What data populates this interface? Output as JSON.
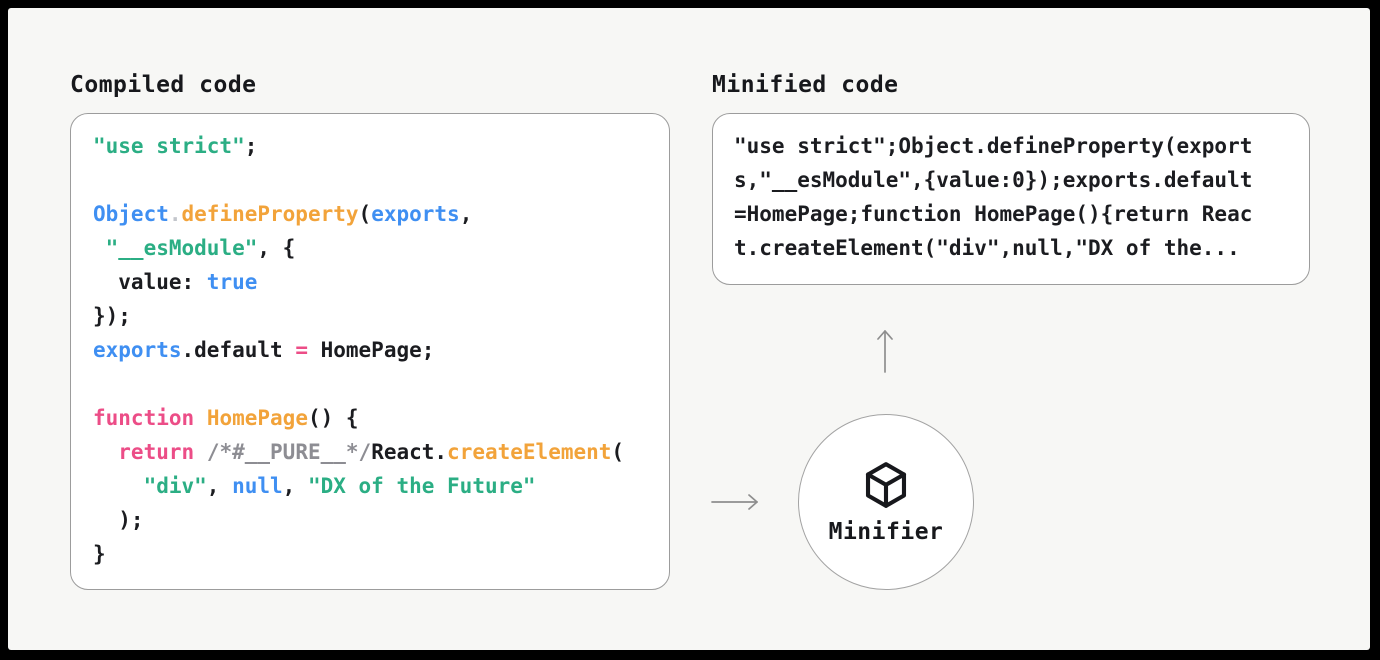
{
  "frame": {
    "border_color": "#000000",
    "background_color": "#f7f7f5"
  },
  "code_colors": {
    "green": "#2bae84",
    "blue": "#3f8ff2",
    "orange": "#f2a33a",
    "pink": "#ec4d87",
    "gray": "#8d8d93",
    "lightgray": "#c3c6cc",
    "black": "#1b1c20"
  },
  "compiled": {
    "title": "Compiled code",
    "lines": [
      [
        [
          "green",
          "\"use strict\""
        ],
        [
          "black",
          ";"
        ]
      ],
      [],
      [
        [
          "blue",
          "Object"
        ],
        [
          "lightgray",
          "."
        ],
        [
          "orange",
          "defineProperty"
        ],
        [
          "black",
          "("
        ],
        [
          "blue",
          "exports"
        ],
        [
          "black",
          ","
        ]
      ],
      [
        [
          "green",
          " \"__esModule\""
        ],
        [
          "black",
          ", {"
        ]
      ],
      [
        [
          "black",
          "  value: "
        ],
        [
          "blue",
          "true"
        ]
      ],
      [
        [
          "black",
          "});"
        ]
      ],
      [
        [
          "blue",
          "exports"
        ],
        [
          "black",
          ".default "
        ],
        [
          "pink",
          "="
        ],
        [
          "black",
          " HomePage;"
        ]
      ],
      [],
      [
        [
          "pink",
          "function"
        ],
        [
          "black",
          " "
        ],
        [
          "orange",
          "HomePage"
        ],
        [
          "black",
          "() {"
        ]
      ],
      [
        [
          "pink",
          "  return"
        ],
        [
          "black",
          " "
        ],
        [
          "gray",
          "/*#__PURE__*/"
        ],
        [
          "black",
          "React."
        ],
        [
          "orange",
          "createElement"
        ],
        [
          "black",
          "("
        ]
      ],
      [
        [
          "green",
          "    \"div\""
        ],
        [
          "black",
          ", "
        ],
        [
          "blue",
          "null"
        ],
        [
          "black",
          ", "
        ],
        [
          "green",
          "\"DX of the Future\""
        ]
      ],
      [
        [
          "black",
          "  );"
        ]
      ],
      [
        [
          "black",
          "}"
        ]
      ]
    ]
  },
  "minified": {
    "title": "Minified code",
    "lines": [
      "\"use strict\";Object.defineProperty(export",
      "s,\"__esModule\",{value:0});exports.default",
      "=HomePage;function HomePage(){return Reac",
      "t.createElement(\"div\",null,\"DX of the..."
    ]
  },
  "minifier": {
    "label": "Minifier",
    "icon": "cube-icon"
  },
  "arrows": {
    "color": "#8e8e8e",
    "horizontal_arrow": "left-box-to-minifier",
    "vertical_arrow": "minifier-to-minified-box"
  }
}
